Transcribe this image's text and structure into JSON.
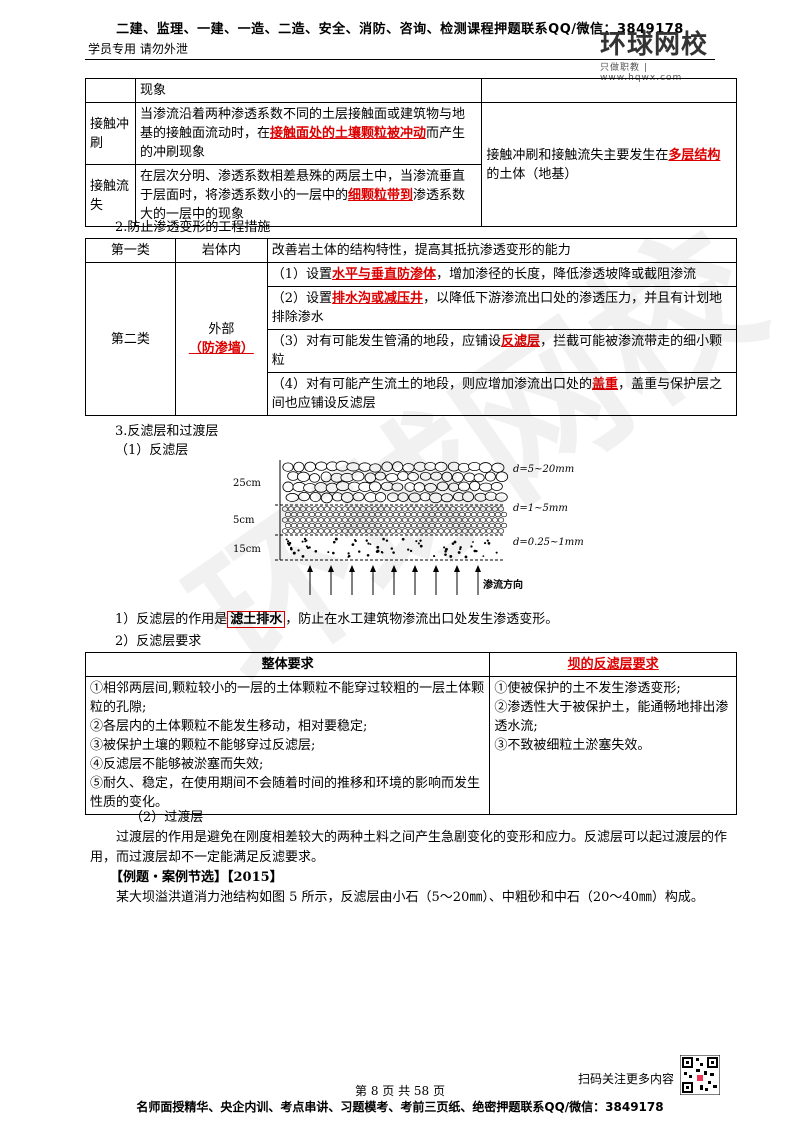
{
  "header": {
    "top_line": "二建、监理、一建、一造、二造、安全、消防、咨询、检测课程押题联系QQ/微信：3849178",
    "left_note": "学员专用 请勿外泄",
    "logo_main": "环球网校",
    "logo_sub": "只做职教 | www.hqwx.com"
  },
  "table1": {
    "row0": "现象",
    "row1_label": "接触冲刷",
    "row1_pre": "当渗流沿着两种渗透系数不同的土层接触面或建筑物与地基的接触面流动时，在",
    "row1_hl": "接触面处的土壤颗粒被冲动",
    "row1_post": "而产生的冲刷现象",
    "row2_label": "接触流失",
    "row2_pre": "在层次分明、渗透系数相差悬殊的两层土中，当渗流垂直于层面时，将渗透系数小的一层中的",
    "row2_hl": "细颗粒带到",
    "row2_post": "渗透系数大的一层中的现象",
    "right_pre": "接触冲刷和接触流失主要发生在",
    "right_hl": "多层结构",
    "right_post": "的土体（地基）"
  },
  "section2_title": "2.防止渗透变形的工程措施",
  "table2": {
    "cat1": "第一类",
    "cat1_mid": "岩体内",
    "cat1_text": "改善岩土体的结构特性，提高其抵抗渗透变形的能力",
    "cat2": "第二类",
    "cat2_mid": "外部",
    "cat2_mid_hl": "（防渗墙）",
    "m1_pre": "（1）设置",
    "m1_hl": "水平与垂直防渗体",
    "m1_post": "，增加渗径的长度，降低渗透坡降或截阻渗流",
    "m2_pre": "（2）设置",
    "m2_hl": "排水沟或减压井",
    "m2_post": "，以降低下游渗流出口处的渗透压力，并且有计划地排除渗水",
    "m3_pre": "（3）对有可能发生管涌的地段，应铺设",
    "m3_hl": "反滤层",
    "m3_post": "，拦截可能被渗流带走的细小颗粒",
    "m4_pre": "（4）对有可能产生流土的地段，则应增加渗流出口处的",
    "m4_hl": "盖重",
    "m4_post": "，盖重与保护层之间也应铺设反滤层"
  },
  "section3_title": "3.反滤层和过渡层",
  "sub1_title": "（1）反滤层",
  "figure": {
    "layer1_thick": "25cm",
    "layer2_thick": "5cm",
    "layer3_thick": "15cm",
    "d1": "d=5~20mm",
    "d2": "d=1~5mm",
    "d3": "d=0.25~1mm",
    "flow": "渗流方向"
  },
  "function": {
    "pre": "1）反滤层的作用是",
    "hl": "滤土排水",
    "post": "，防止在水工建筑物渗流出口处发生渗透变形。"
  },
  "req_title": "2）反滤层要求",
  "table3": {
    "h1": "整体要求",
    "h2": "坝的反滤层要求",
    "left": [
      "①相邻两层间,颗粒较小的一层的土体颗粒不能穿过较粗的一层土体颗粒的孔隙;",
      "②各层内的土体颗粒不能发生移动，相对要稳定;",
      "③被保护土壤的颗粒不能够穿过反滤层;",
      "④反滤层不能够被淤塞而失效;",
      "⑤耐久、稳定，在使用期间不会随着时间的推移和环境的影响而发生性质的变化。"
    ],
    "right": [
      "①使被保护的土不发生渗透变形;",
      "②渗透性大于被保护土，能通畅地排出渗透水流;",
      "③不致被细粒土淤塞失效。"
    ]
  },
  "sub2_title": "（2）过渡层",
  "transition_text": "过渡层的作用是避免在刚度相差较大的两种土料之间产生急剧变化的变形和应力。反滤层可以起过渡层的作用，而过渡层却不一定能满足反滤要求。",
  "example_title": "【例题・案例节选】【2015】",
  "example_text": "某大坝溢洪道消力池结构如图 5 所示，反滤层由小石（5～20㎜）、中粗砂和中石（20～40㎜）构成。",
  "qr_text": "扫码关注更多内容",
  "page_no": "第 8 页 共 58 页",
  "footer": "名师面授精华、央企内训、考点串讲、习题模考、考前三页纸、绝密押题联系QQ/微信：3849178",
  "watermark": "环球网校"
}
